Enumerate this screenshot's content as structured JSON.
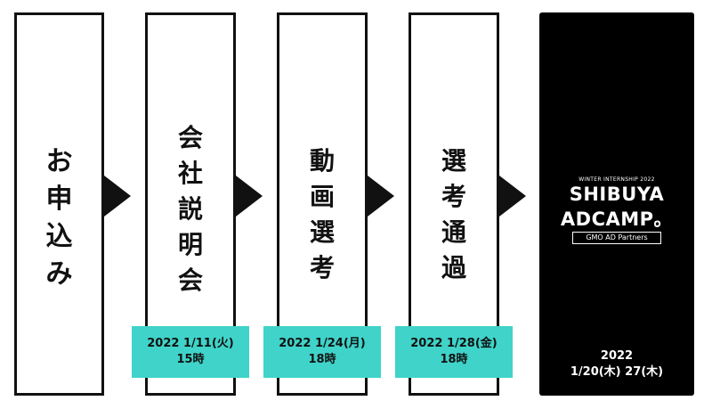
{
  "steps": [
    {
      "chars": [
        "お",
        "申",
        "込",
        "み"
      ]
    },
    {
      "chars": [
        "会",
        "社",
        "説",
        "明",
        "会"
      ],
      "date_line1": "2022 1/11(火)",
      "date_line2": "15時"
    },
    {
      "chars": [
        "動",
        "画",
        "選",
        "考"
      ],
      "date_line1": "2022 1/24(月)",
      "date_line2": "18時"
    },
    {
      "chars": [
        "選",
        "考",
        "通",
        "過"
      ],
      "date_line1": "2022 1/28(金)",
      "date_line2": "18時"
    }
  ],
  "final": {
    "logo_subtitle": "WINTER INTERNSHIP 2022",
    "logo_line1": "SHIBUYA",
    "logo_line2": "ADCAMP。",
    "logo_company": "GMO AD Partners",
    "date_line1": "2022",
    "date_line2": "1/20(木) 27(木)"
  },
  "colors": {
    "date_badge": "#3fd3c9",
    "border": "#111111",
    "final_bg": "#000000"
  }
}
